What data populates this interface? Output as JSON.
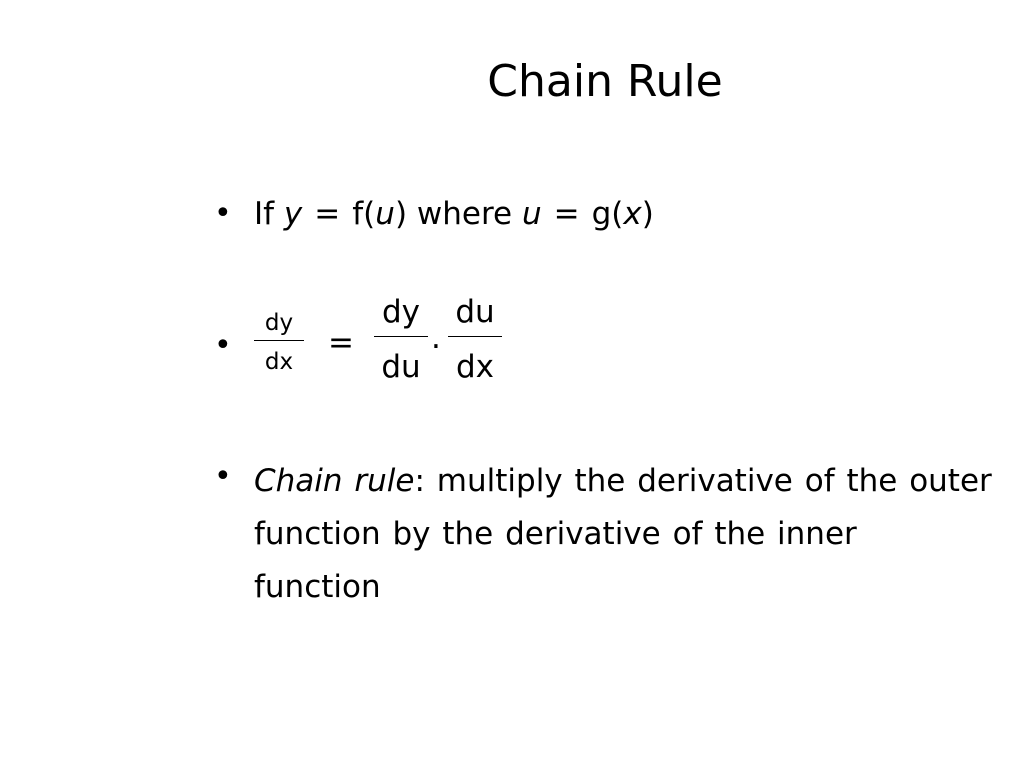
{
  "slide": {
    "title": "Chain Rule",
    "bullet_glyph": "•",
    "bullet1": {
      "if": "If ",
      "y": "y",
      "eq1": "=",
      "f_open": "f(",
      "u1": "u",
      "where": ") where ",
      "u2": "u",
      "eq2": "=",
      "g_open": "g(",
      "x": "x",
      "close": ")"
    },
    "formula": {
      "lhs_num": "dy",
      "lhs_den": "dx",
      "equals": "=",
      "frac1_num": "dy",
      "frac1_den": "du",
      "dot": "·",
      "frac2_num": "du",
      "frac2_den": "dx"
    },
    "bullet3": {
      "term": "Chain rule",
      "colon": ":",
      "text": " multiply the derivative of the outer function by the derivative of the inner function"
    }
  }
}
